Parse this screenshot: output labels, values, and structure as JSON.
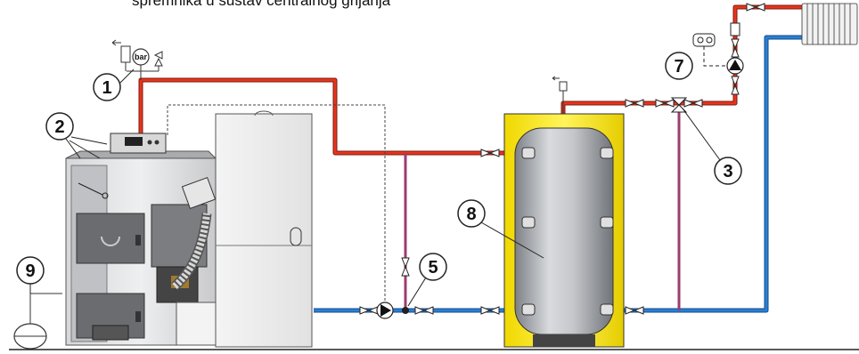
{
  "caption": "spremnika u sustav centralnog grijanja",
  "gauge_unit": "bar",
  "callouts": [
    "1",
    "2",
    "3",
    "5",
    "7",
    "8",
    "9"
  ],
  "colors": {
    "supply": "#e8341c",
    "return": "#2a7fd6",
    "mixed": "#9b3c6e",
    "insulation": "#f5e51a",
    "tank": "#b9bcc0"
  }
}
